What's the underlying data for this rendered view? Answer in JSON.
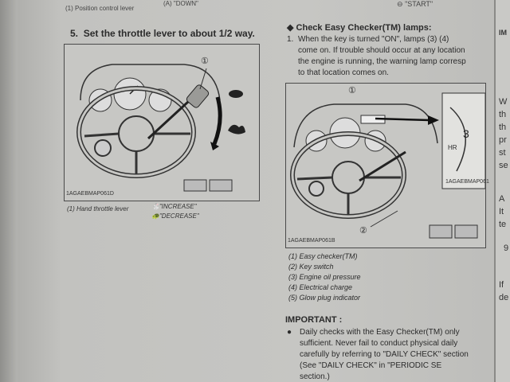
{
  "header": {
    "left_caption": "(1) Position control lever",
    "left_code": "(A) \"DOWN\"",
    "right_caption": "\"START\""
  },
  "left": {
    "step_number": "5.",
    "step_text": "Set the throttle lever to about 1/2 way.",
    "figure": {
      "callout": "①",
      "code": "1AGAEBMAP061D"
    },
    "captions": {
      "lever": "(1) Hand throttle lever",
      "increase": "\"INCREASE\"",
      "decrease": "\"DECREASE\""
    }
  },
  "right": {
    "heading": "Check Easy Checker(TM) lamps:",
    "para_num": "1.",
    "para_lines": [
      "When the key is turned \"ON\", lamps (3) (4)",
      "come on. If trouble should occur at any location",
      "the engine is running, the warning lamp corresp",
      "to that location comes on."
    ],
    "figure": {
      "callout1": "①",
      "callout2": "②",
      "code": "1AGAEBMAP061B",
      "inset_code": "1AGAEBMAP061",
      "inset_label": "HR"
    },
    "list": [
      "(1) Easy checker(TM)",
      "(2) Key switch",
      "(3) Engine oil pressure",
      "(4) Electrical charge",
      "(5) Glow plug indicator"
    ],
    "important_heading": "IMPORTANT :",
    "important_lines": [
      "Daily checks with the Easy Checker(TM) only",
      "sufficient. Never fail to conduct physical daily",
      "carefully by referring to \"DAILY CHECK\" section",
      "(See \"DAILY CHECK\" in \"PERIODIC SE",
      "section.)"
    ]
  },
  "edge": {
    "line1": "IM",
    "lines": [
      "W",
      "th",
      "th",
      "pr",
      "st",
      "se",
      "A",
      "It",
      "te",
      "9",
      "If",
      "de"
    ]
  }
}
